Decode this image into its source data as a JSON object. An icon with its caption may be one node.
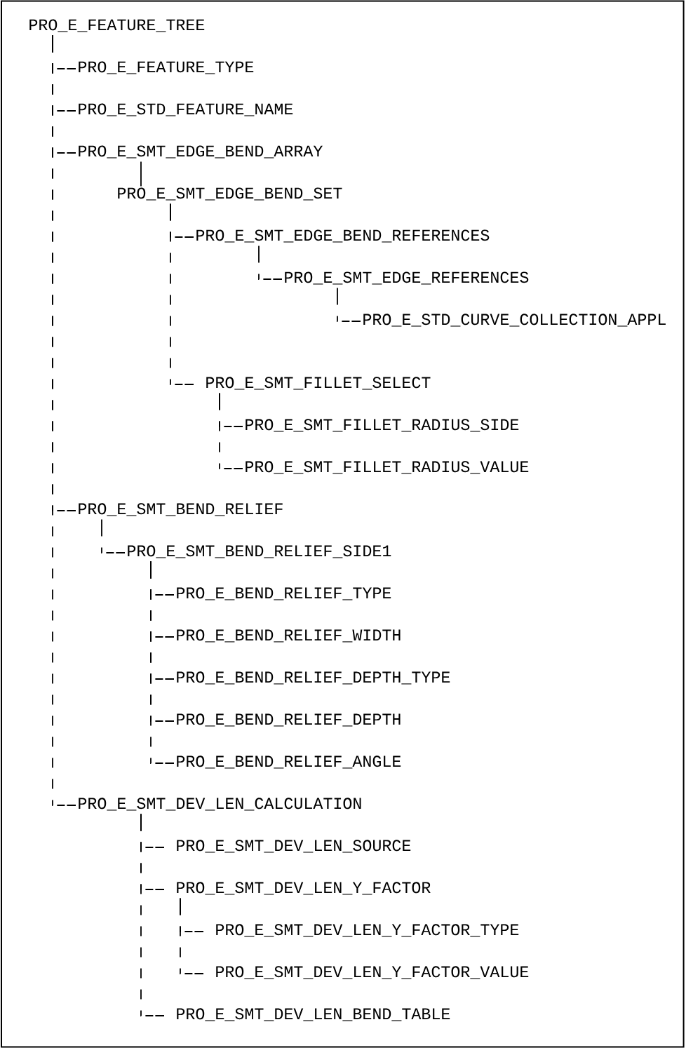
{
  "diagram": {
    "nodes": [
      {
        "text": [
          "PRO_E_FEATURE_TREE"
        ]
      },
      {
        "text": [
          "PRO_E_FEATURE_TYPE"
        ]
      },
      {
        "text": [
          "PRO_E_STD_FEATURE_NAME"
        ]
      },
      {
        "text": [
          "PRO_E_SMT_EDGE_BEND_ARRAY"
        ]
      },
      {
        "text": [
          "PRO_E_SMT_EDGE_BEND_SET"
        ]
      },
      {
        "text": [
          "PRO_E_SMT_EDGE_BEND_REFERENCES"
        ]
      },
      {
        "text": [
          "PRO_E_SMT_EDGE_REFERENCES"
        ]
      },
      {
        "text": [
          "PRO_E_STD_CURVE_COLLECTION_APPL"
        ]
      },
      {
        "text": [
          "PRO_E_SMT_FILLET_SELECT"
        ]
      },
      {
        "text": [
          "PRO_E_SMT_FILLET_RADIUS_SIDE"
        ]
      },
      {
        "text": [
          "PRO_E_SMT_FILLET_RADIUS_VALUE"
        ]
      },
      {
        "text": [
          "PRO_E_SMT_BEND_RELIEF"
        ]
      },
      {
        "text": [
          "PRO_E_SMT_BEND_RELIEF_SIDE1"
        ]
      },
      {
        "text": [
          "PRO_E_BEND_RELIEF_TYPE"
        ]
      },
      {
        "text": [
          "PRO_E_BEND_RELIEF_WIDTH"
        ]
      },
      {
        "text": [
          "PRO_E_BEND_RELIEF_DEPTH_TYPE"
        ]
      },
      {
        "text": [
          "PRO_E_BEND_RELIEF_DEPTH"
        ]
      },
      {
        "text": [
          "PRO_E_BEND_RELIEF_ANGLE"
        ]
      },
      {
        "text": [
          "PRO_E_SMT_DEV_LEN_CALCULATION"
        ]
      },
      {
        "text": [
          "PRO_E_SMT_DEV_LEN_SOURCE"
        ]
      },
      {
        "text": [
          "PRO_E_SMT_DEV_LEN_Y_FACTOR"
        ]
      },
      {
        "text": [
          "PRO_E_SMT_DEV_LEN_Y_FACTOR_TYPE"
        ]
      },
      {
        "text": [
          "PRO_E_SMT_DEV_LEN_Y_FACTOR_VALUE"
        ]
      },
      {
        "text": [
          "PRO_E_SMT_DEV_LEN_BEND_TABLE"
        ]
      }
    ],
    "edges": [
      {
        "from": 0,
        "to": 1,
        "arrow": "none",
        "style": "dashed"
      },
      {
        "from": 0,
        "to": 2,
        "arrow": "none",
        "style": "dashed"
      },
      {
        "from": 0,
        "to": 3,
        "arrow": "none",
        "style": "dashed"
      },
      {
        "from": 3,
        "to": 4,
        "arrow": "none"
      },
      {
        "from": 4,
        "to": 5,
        "arrow": "none",
        "style": "dashed"
      },
      {
        "from": 5,
        "to": 6,
        "arrow": "none",
        "style": "dashed"
      },
      {
        "from": 6,
        "to": 7,
        "arrow": "none",
        "style": "dashed"
      },
      {
        "from": 4,
        "to": 8,
        "arrow": "none",
        "style": "dashed"
      },
      {
        "from": 8,
        "to": 9,
        "arrow": "none",
        "style": "dashed"
      },
      {
        "from": 8,
        "to": 10,
        "arrow": "none",
        "style": "dashed"
      },
      {
        "from": 0,
        "to": 11,
        "arrow": "none",
        "style": "dashed"
      },
      {
        "from": 11,
        "to": 12,
        "arrow": "none",
        "style": "dashed"
      },
      {
        "from": 12,
        "to": 13,
        "arrow": "none",
        "style": "dashed"
      },
      {
        "from": 12,
        "to": 14,
        "arrow": "none",
        "style": "dashed"
      },
      {
        "from": 12,
        "to": 15,
        "arrow": "none",
        "style": "dashed"
      },
      {
        "from": 12,
        "to": 16,
        "arrow": "none",
        "style": "dashed"
      },
      {
        "from": 12,
        "to": 17,
        "arrow": "none",
        "style": "dashed"
      },
      {
        "from": 0,
        "to": 18,
        "arrow": "none",
        "style": "dashed"
      },
      {
        "from": 18,
        "to": 19,
        "arrow": "none",
        "style": "dashed"
      },
      {
        "from": 18,
        "to": 20,
        "arrow": "none",
        "style": "dashed"
      },
      {
        "from": 20,
        "to": 21,
        "arrow": "none",
        "style": "dashed"
      },
      {
        "from": 20,
        "to": 22,
        "arrow": "none",
        "style": "dashed"
      },
      {
        "from": 18,
        "to": 23,
        "arrow": "none",
        "style": "dashed"
      }
    ]
  }
}
